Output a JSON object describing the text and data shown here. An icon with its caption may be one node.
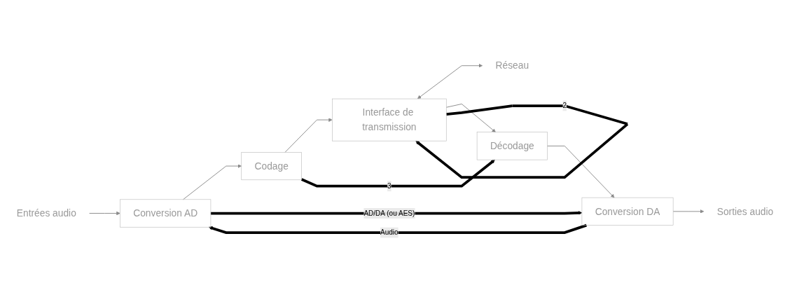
{
  "diagram": {
    "nodes": [
      {
        "text": [
          "Entrées audio"
        ]
      },
      {
        "text": [
          "Conversion AD"
        ]
      },
      {
        "text": [
          "Codage"
        ]
      },
      {
        "text": [
          "Interface de transmission"
        ]
      },
      {
        "text": [
          "Réseau"
        ]
      },
      {
        "text": [
          "Conversion DA"
        ]
      },
      {
        "text": [
          "Décodage"
        ]
      },
      {
        "text": [
          "Sorties audio"
        ]
      }
    ],
    "edges": [
      {
        "from": 0,
        "to": 1,
        "arrow": "to"
      },
      {
        "from": 1,
        "to": 2,
        "arrow": "to"
      },
      {
        "from": 2,
        "to": 3,
        "arrow": "to"
      },
      {
        "from": 3,
        "to": 4,
        "arrow": "both"
      },
      {
        "from": 3,
        "to": 6,
        "arrow": "to"
      },
      {
        "from": 6,
        "to": 5,
        "arrow": "to"
      },
      {
        "from": 5,
        "to": 7,
        "arrow": "to"
      },
      {
        "from": 5,
        "to": 1,
        "arrow": "to",
        "label": "Audio",
        "style": "thick",
        "color": "#000000"
      },
      {
        "from": 1,
        "to": 5,
        "arrow": "to",
        "label": "AD/DA (ou AES)",
        "style": "thick",
        "color": "#000000"
      },
      {
        "from": 2,
        "to": 6,
        "arrow": "to",
        "label": "3",
        "style": "thick",
        "color": "#000000"
      },
      {
        "from": 3,
        "to": 3,
        "arrow": "to",
        "label": "2",
        "style": "thick",
        "color": "#000000"
      }
    ]
  }
}
